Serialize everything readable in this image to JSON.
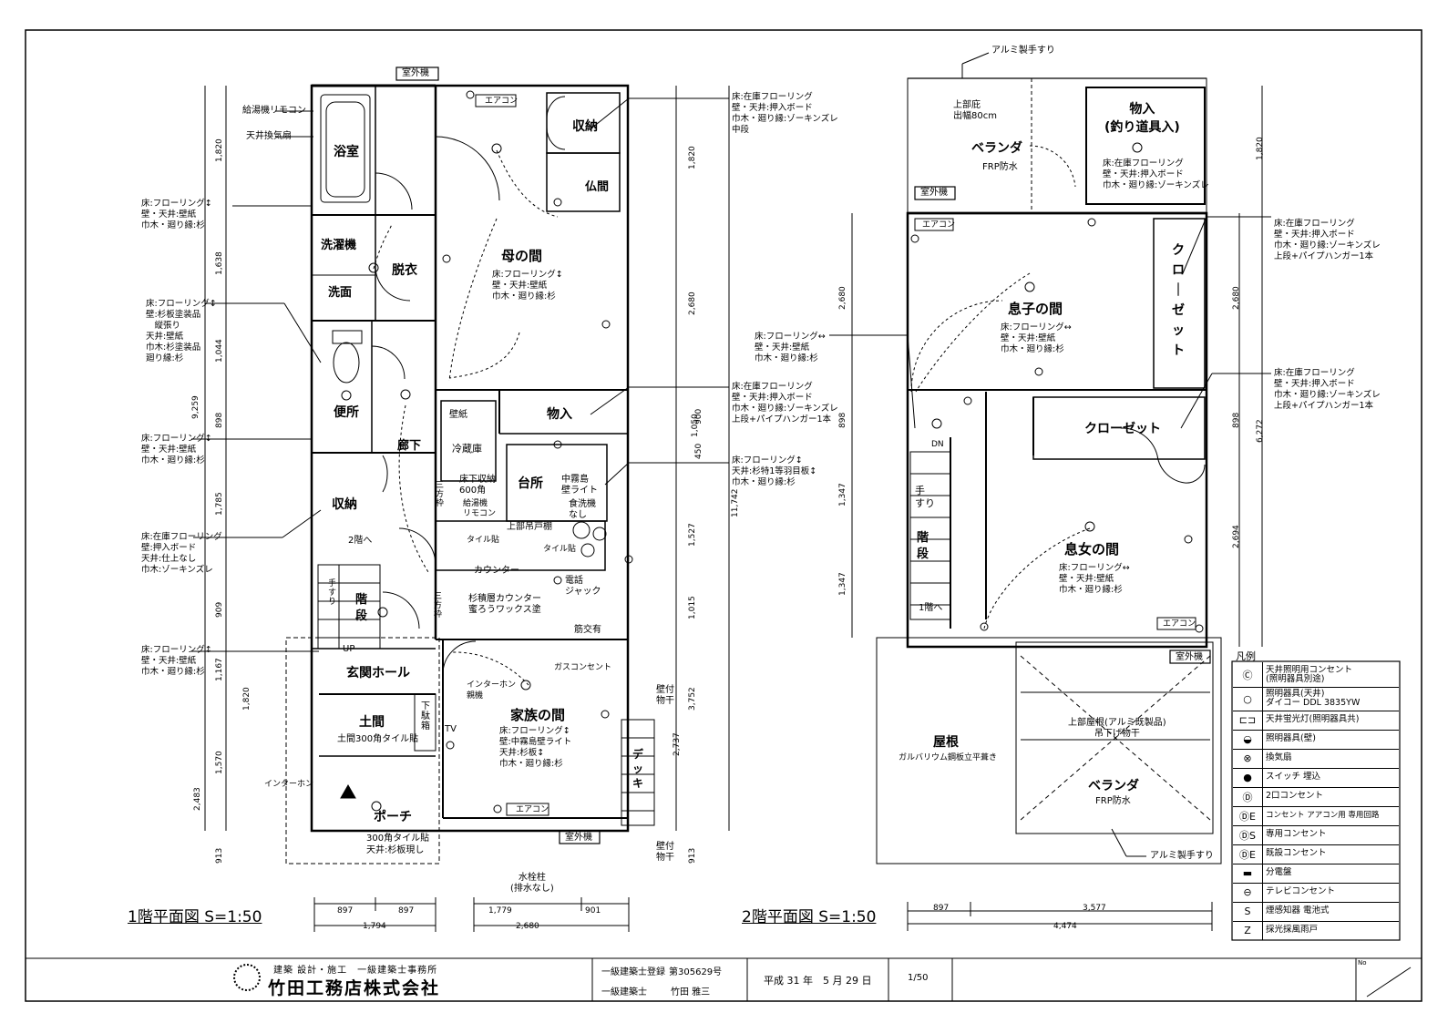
{
  "floor1": {
    "title": "1階平面図 S=1:50",
    "rooms": {
      "bath": "浴室",
      "washer": "洗濯機",
      "undress": "脱衣",
      "washface": "洗面",
      "toilet": "便所",
      "storage": "収納",
      "stairs": "階\n段",
      "handrail": "手\nす\nり",
      "to2f": "2階へ",
      "up": "UP",
      "entrance_hall": "玄関ホール",
      "doma": "土間",
      "shoebox": "下\n駄\n箱",
      "porch": "ポーチ",
      "mother_room": "母の間",
      "closet": "収納",
      "butsuma": "仏間",
      "monoire": "物入",
      "corridor": "廊下",
      "fridge_label": "冷蔵庫",
      "wall_paper": "壁紙",
      "kitchen": "台所",
      "family_room": "家族の間",
      "deck": "デ\nッ\nキ",
      "counter": "カウンター",
      "sanpou1": "三\n方\n枠",
      "sanpou2": "三\n方\n枠"
    },
    "labels": {
      "outdoor_unit_top": "室外機",
      "outdoor_unit_bottom": "室外機",
      "aircon_top": "エアコン",
      "aircon_bottom": "エアコン",
      "boiler_remote": "給湯機リモコン",
      "ceiling_fan": "天井換気扇",
      "underfloor": "床下収納\n600角",
      "boiler_remote2": "給湯機\nリモコン",
      "dishwasher": "食洗機\nなし",
      "nakagiri": "中霧島\n壁ライト",
      "upper_cabinet": "上部吊戸棚",
      "tile1": "タイル貼",
      "tile2": "タイル貼",
      "phone": "電話\nジャック",
      "sugi_counter": "杉積層カウンター\n蜜ろうワックス塗",
      "sujikai": "筋交有",
      "gas": "ガスコンセント",
      "intercom": "インターホン\n親機",
      "intercom2": "インターホン",
      "tv": "TV",
      "doma_finish": "土間300角タイル貼",
      "porch_finish": "300角タイル貼\n天井:杉板現し",
      "hydrant": "水栓柱\n(排水なし)",
      "dryer1": "壁付\n物干",
      "dryer2": "壁付\n物干"
    },
    "finishes": {
      "f_mother": "床:フローリング↕\n壁・天井:壁紙\n巾木・廻り縁:杉",
      "f_storage_top": "床:在庫フローリング\n壁・天井:押入ボード\n巾木・廻り縁:ゾーキンズレ\n中段",
      "f_bath": "床:フローリング↕\n壁・天井:壁紙\n巾木・廻り縁:杉",
      "f_wash": "床:フローリング↕\n壁:杉板塗装品\n　縦張り\n天井:壁紙\n巾木:杉塗装品\n廻り縁:杉",
      "f_toilet": "床:フローリング↕\n壁・天井:壁紙\n巾木・廻り縁:杉",
      "f_storage_stair": "床:在庫フローリング\n壁:押入ボード\n天井:仕上なし\n巾木:ゾーキンズレ",
      "f_hall": "床:フローリング↕\n壁・天井:壁紙\n巾木・廻り縁:杉",
      "f_monoire": "床:在庫フローリング\n壁・天井:押入ボード\n巾木・廻り縁:ゾーキンズレ\n上段+パイプハンガー1本",
      "f_kitchen": "床:フローリング↕\n天井:杉特1等羽目板↕\n巾木・廻り縁:杉",
      "f_family": "床:フローリング↕\n壁:中霧島壁ライト\n天井:杉板↕\n巾木・廻り縁:杉"
    },
    "dims_bottom": [
      "897",
      "897",
      "1,794",
      "1,779",
      "901",
      "2,680"
    ],
    "dims_left": [
      "1,820",
      "1,638",
      "1,044",
      "898",
      "9,259",
      "1,785",
      "909",
      "1,167",
      "1,820",
      "1,570",
      "2,483",
      "913"
    ],
    "dims_right": [
      "1,820",
      "2,680",
      "900",
      "1,050",
      "450",
      "11,742",
      "1,527",
      "1,015",
      "3,752",
      "2,737",
      "913"
    ]
  },
  "floor2": {
    "title": "2階平面図 S=1:50",
    "rooms": {
      "veranda_top": "ベランダ",
      "veranda_top_sub": "FRP防水",
      "upper_eave": "上部庇\n出幅80cm",
      "monoire": "物入\n(釣り道具入)",
      "son_room": "息子の間",
      "closet_v": "ク\nロ\n｜\nゼ\nッ\nト",
      "closet_h": "クローゼット",
      "daughter_room": "息女の間",
      "stairs": "階\n段",
      "handrail": "手\nすり",
      "to1f": "1階へ",
      "dn": "DN",
      "roof": "屋根",
      "roof_sub": "ガルバリウム鋼板立平葺き",
      "upper_roof": "上部屋根(アルミ既製品)\n吊下げ物干",
      "veranda_bottom": "ベランダ",
      "veranda_bottom_sub": "FRP防水"
    },
    "labels": {
      "alu_rail_top": "アルミ製手すり",
      "alu_rail_bottom": "アルミ製手すり",
      "outdoor_unit_top": "室外機",
      "outdoor_unit_bottom": "室外機",
      "aircon_top": "エアコン",
      "aircon_bottom": "エアコン"
    },
    "finishes": {
      "f_monoire": "床:在庫フローリング\n壁・天井:押入ボード\n巾木・廻り縁:ゾーキンズレ",
      "f_son": "床:フローリング↔\n壁・天井:壁紙\n巾木・廻り縁:杉",
      "f_daughter": "床:フローリング↔\n壁・天井:壁紙\n巾木・廻り縁:杉",
      "f_closet_r1": "床:在庫フローリング\n壁・天井:押入ボード\n巾木・廻り縁:ゾーキンズレ\n上段+パイプハンガー1本",
      "f_closet_r2": "床:在庫フローリング\n壁・天井:押入ボード\n巾木・廻り縁:ゾーキンズレ\n上段+パイプハンガー1本",
      "f_stair_left": "床:フローリング↔\n壁・天井:壁紙\n巾木・廻り縁:杉"
    },
    "dims_bottom": [
      "897",
      "3,577",
      "4,474"
    ],
    "dims_left": [
      "2,680",
      "898",
      "1,347",
      "1,347"
    ],
    "dims_right": [
      "1,820",
      "2,680",
      "898",
      "6,272",
      "2,694"
    ]
  },
  "legend": {
    "title": "凡例",
    "items": [
      {
        "sym": "Ⓒ",
        "text": "天井照明用コンセント\n(照明器具別途)"
      },
      {
        "sym": "○",
        "text": "照明器具(天井)\nダイコー DDL 3835YW"
      },
      {
        "sym": "⊏⊐",
        "text": "天井蛍光灯(照明器具共)"
      },
      {
        "sym": "◒",
        "text": "照明器具(壁)"
      },
      {
        "sym": "⊗",
        "text": "換気扇"
      },
      {
        "sym": "●",
        "text": "スイッチ 埋込"
      },
      {
        "sym": "Ⓓ",
        "text": "2口コンセント"
      },
      {
        "sym": "ⒹE",
        "text": "コンセント アアコン用 専用回路"
      },
      {
        "sym": "ⒹS",
        "text": "専用コンセント"
      },
      {
        "sym": "ⒹE",
        "text": "既設コンセント"
      },
      {
        "sym": "▬",
        "text": "分電盤"
      },
      {
        "sym": "⊖",
        "text": "テレビコンセント"
      },
      {
        "sym": "S",
        "text": "煙感知器 電池式"
      },
      {
        "sym": "Z",
        "text": "採光採風雨戸"
      }
    ]
  },
  "title_block": {
    "company_sub": "建築 設計・施工　一級建築士事務所",
    "company": "竹田工務店株式会社",
    "reg_label": "一級建築士登録",
    "reg_no": "第305629号",
    "arch_label": "一級建築士",
    "arch_name": "竹田 雅三",
    "date": "平成 31 年　5 月 29 日",
    "scale": "1/50",
    "no_label": "No"
  }
}
